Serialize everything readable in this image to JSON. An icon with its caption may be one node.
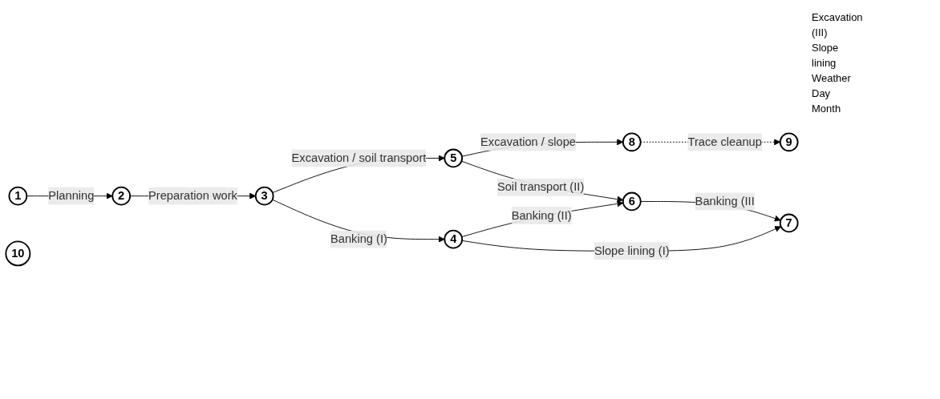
{
  "diagram": {
    "nodes": [
      {
        "text": [
          "1"
        ]
      },
      {
        "text": [
          "2"
        ]
      },
      {
        "text": [
          "3"
        ]
      },
      {
        "text": [
          "4"
        ]
      },
      {
        "text": [
          "5"
        ]
      },
      {
        "text": [
          "6"
        ]
      },
      {
        "text": [
          "7"
        ]
      },
      {
        "text": [
          "8"
        ]
      },
      {
        "text": [
          "9"
        ]
      },
      {
        "text": [
          "10"
        ]
      }
    ],
    "edges": [
      {
        "from": 0,
        "to": 1,
        "arrow": "to",
        "label": "Planning"
      },
      {
        "from": 1,
        "to": 2,
        "arrow": "to",
        "label": "Preparation work"
      },
      {
        "from": 2,
        "to": 4,
        "arrow": "to",
        "label": "Excavation / soil transport"
      },
      {
        "from": 2,
        "to": 3,
        "arrow": "to",
        "label": "Banking (I)"
      },
      {
        "from": 3,
        "to": 5,
        "arrow": "to",
        "label": "Banking (II)"
      },
      {
        "from": 3,
        "to": 6,
        "arrow": "to",
        "label": "Slope lining (I)"
      },
      {
        "from": 4,
        "to": 7,
        "arrow": "to",
        "label": "Excavation / slope"
      },
      {
        "from": 4,
        "to": 5,
        "arrow": "to",
        "label": "Soil transport (II)"
      },
      {
        "from": 5,
        "to": 6,
        "arrow": "to",
        "label": "Banking (III"
      },
      {
        "from": 7,
        "to": 8,
        "arrow": "to",
        "label": "Trace cleanup",
        "style": "dashed"
      }
    ],
    "labels": [
      "Excavation",
      "(III)",
      "Slope",
      "lining",
      "Weather",
      "Day",
      "Month"
    ]
  }
}
